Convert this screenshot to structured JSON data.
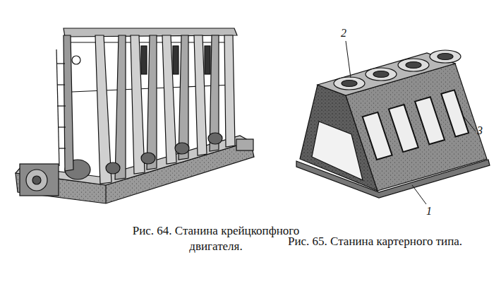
{
  "diagram": {
    "labels": [
      "2",
      "3",
      "1",
      "Рис. 64. Станина крейцкопфного двигателя.",
      "Рис. 65. Станина картерного типа."
    ]
  }
}
